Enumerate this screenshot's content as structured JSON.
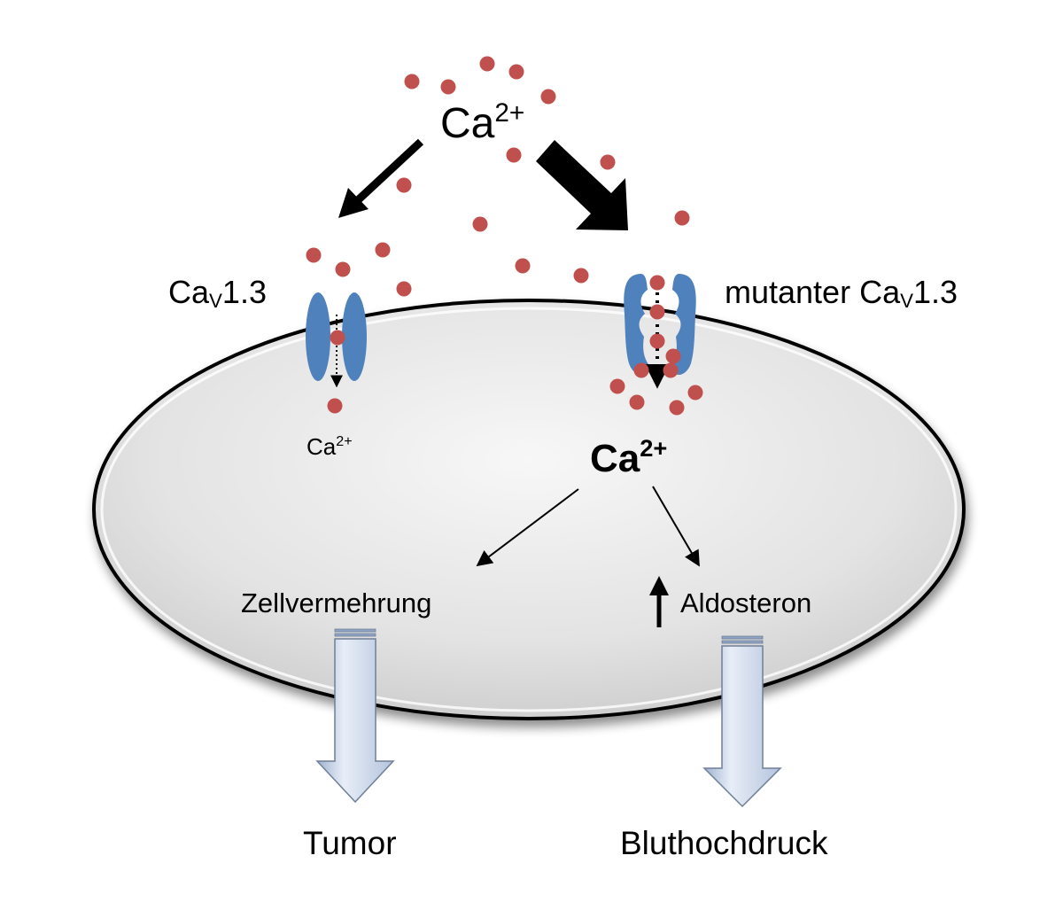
{
  "labels": {
    "calcium_top": {
      "base": "Ca",
      "sup": "2+"
    },
    "channel_normal": {
      "base": "Ca",
      "sub": "V",
      "rest": "1.3"
    },
    "channel_mutant": {
      "prefix": "mutanter ",
      "base": "Ca",
      "sub": "V",
      "rest": "1.3"
    },
    "calcium_left": {
      "base": "Ca",
      "sup": "2+"
    },
    "calcium_right": {
      "base": "Ca",
      "sup": "2+"
    },
    "proliferation": "Zellvermehrung",
    "aldosterone": "Aldosteron",
    "tumor": "Tumor",
    "hypertension": "Bluthochdruck"
  },
  "colors": {
    "ion": "#c0504d",
    "channel": "#4f81bd",
    "cell_fill": "#e6e6e6",
    "cell_outline": "#000000",
    "block_arrow_fill": "#c9d7ee",
    "block_arrow_edge": "#6f7f96"
  }
}
